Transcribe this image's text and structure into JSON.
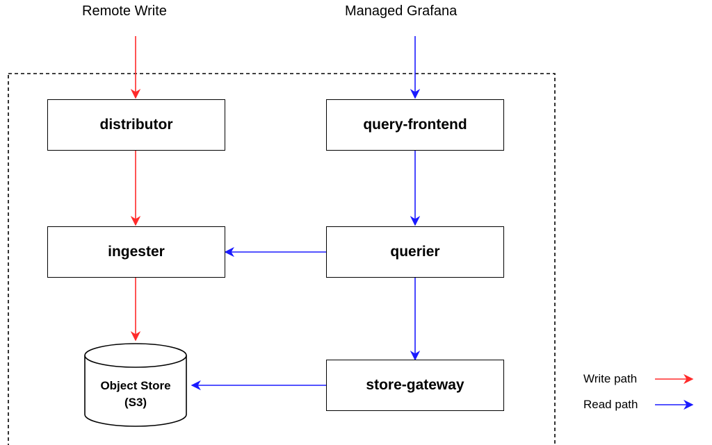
{
  "inputs": {
    "remote_write": "Remote Write",
    "managed_grafana": "Managed Grafana"
  },
  "components": {
    "distributor": "distributor",
    "query_frontend": "query-frontend",
    "ingester": "ingester",
    "querier": "querier",
    "store_gateway": "store-gateway",
    "object_store_line1": "Object Store",
    "object_store_line2": "(S3)"
  },
  "legend": {
    "write_path": "Write path",
    "read_path": "Read path"
  },
  "colors": {
    "write": "#ff2a2a",
    "read": "#1a1aff"
  }
}
